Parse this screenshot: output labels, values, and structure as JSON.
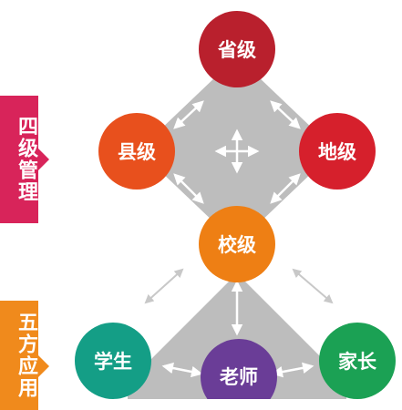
{
  "tabs": {
    "top": "四级管理",
    "bottom": "五方应用"
  },
  "nodes": {
    "province": {
      "label": "省级",
      "color": "#b9202d"
    },
    "county": {
      "label": "县级",
      "color": "#e8501d"
    },
    "city": {
      "label": "地级",
      "color": "#d6202c"
    },
    "school": {
      "label": "校级",
      "color": "#ee7f14"
    },
    "student": {
      "label": "学生",
      "color": "#149e86"
    },
    "teacher": {
      "label": "老师",
      "color": "#6a3d97"
    },
    "parent": {
      "label": "家长",
      "color": "#1ba154"
    }
  },
  "colors": {
    "diamond": "#bdbdbd",
    "arrow": "#ffffff",
    "outer_arrow": "#c8c8c8"
  }
}
